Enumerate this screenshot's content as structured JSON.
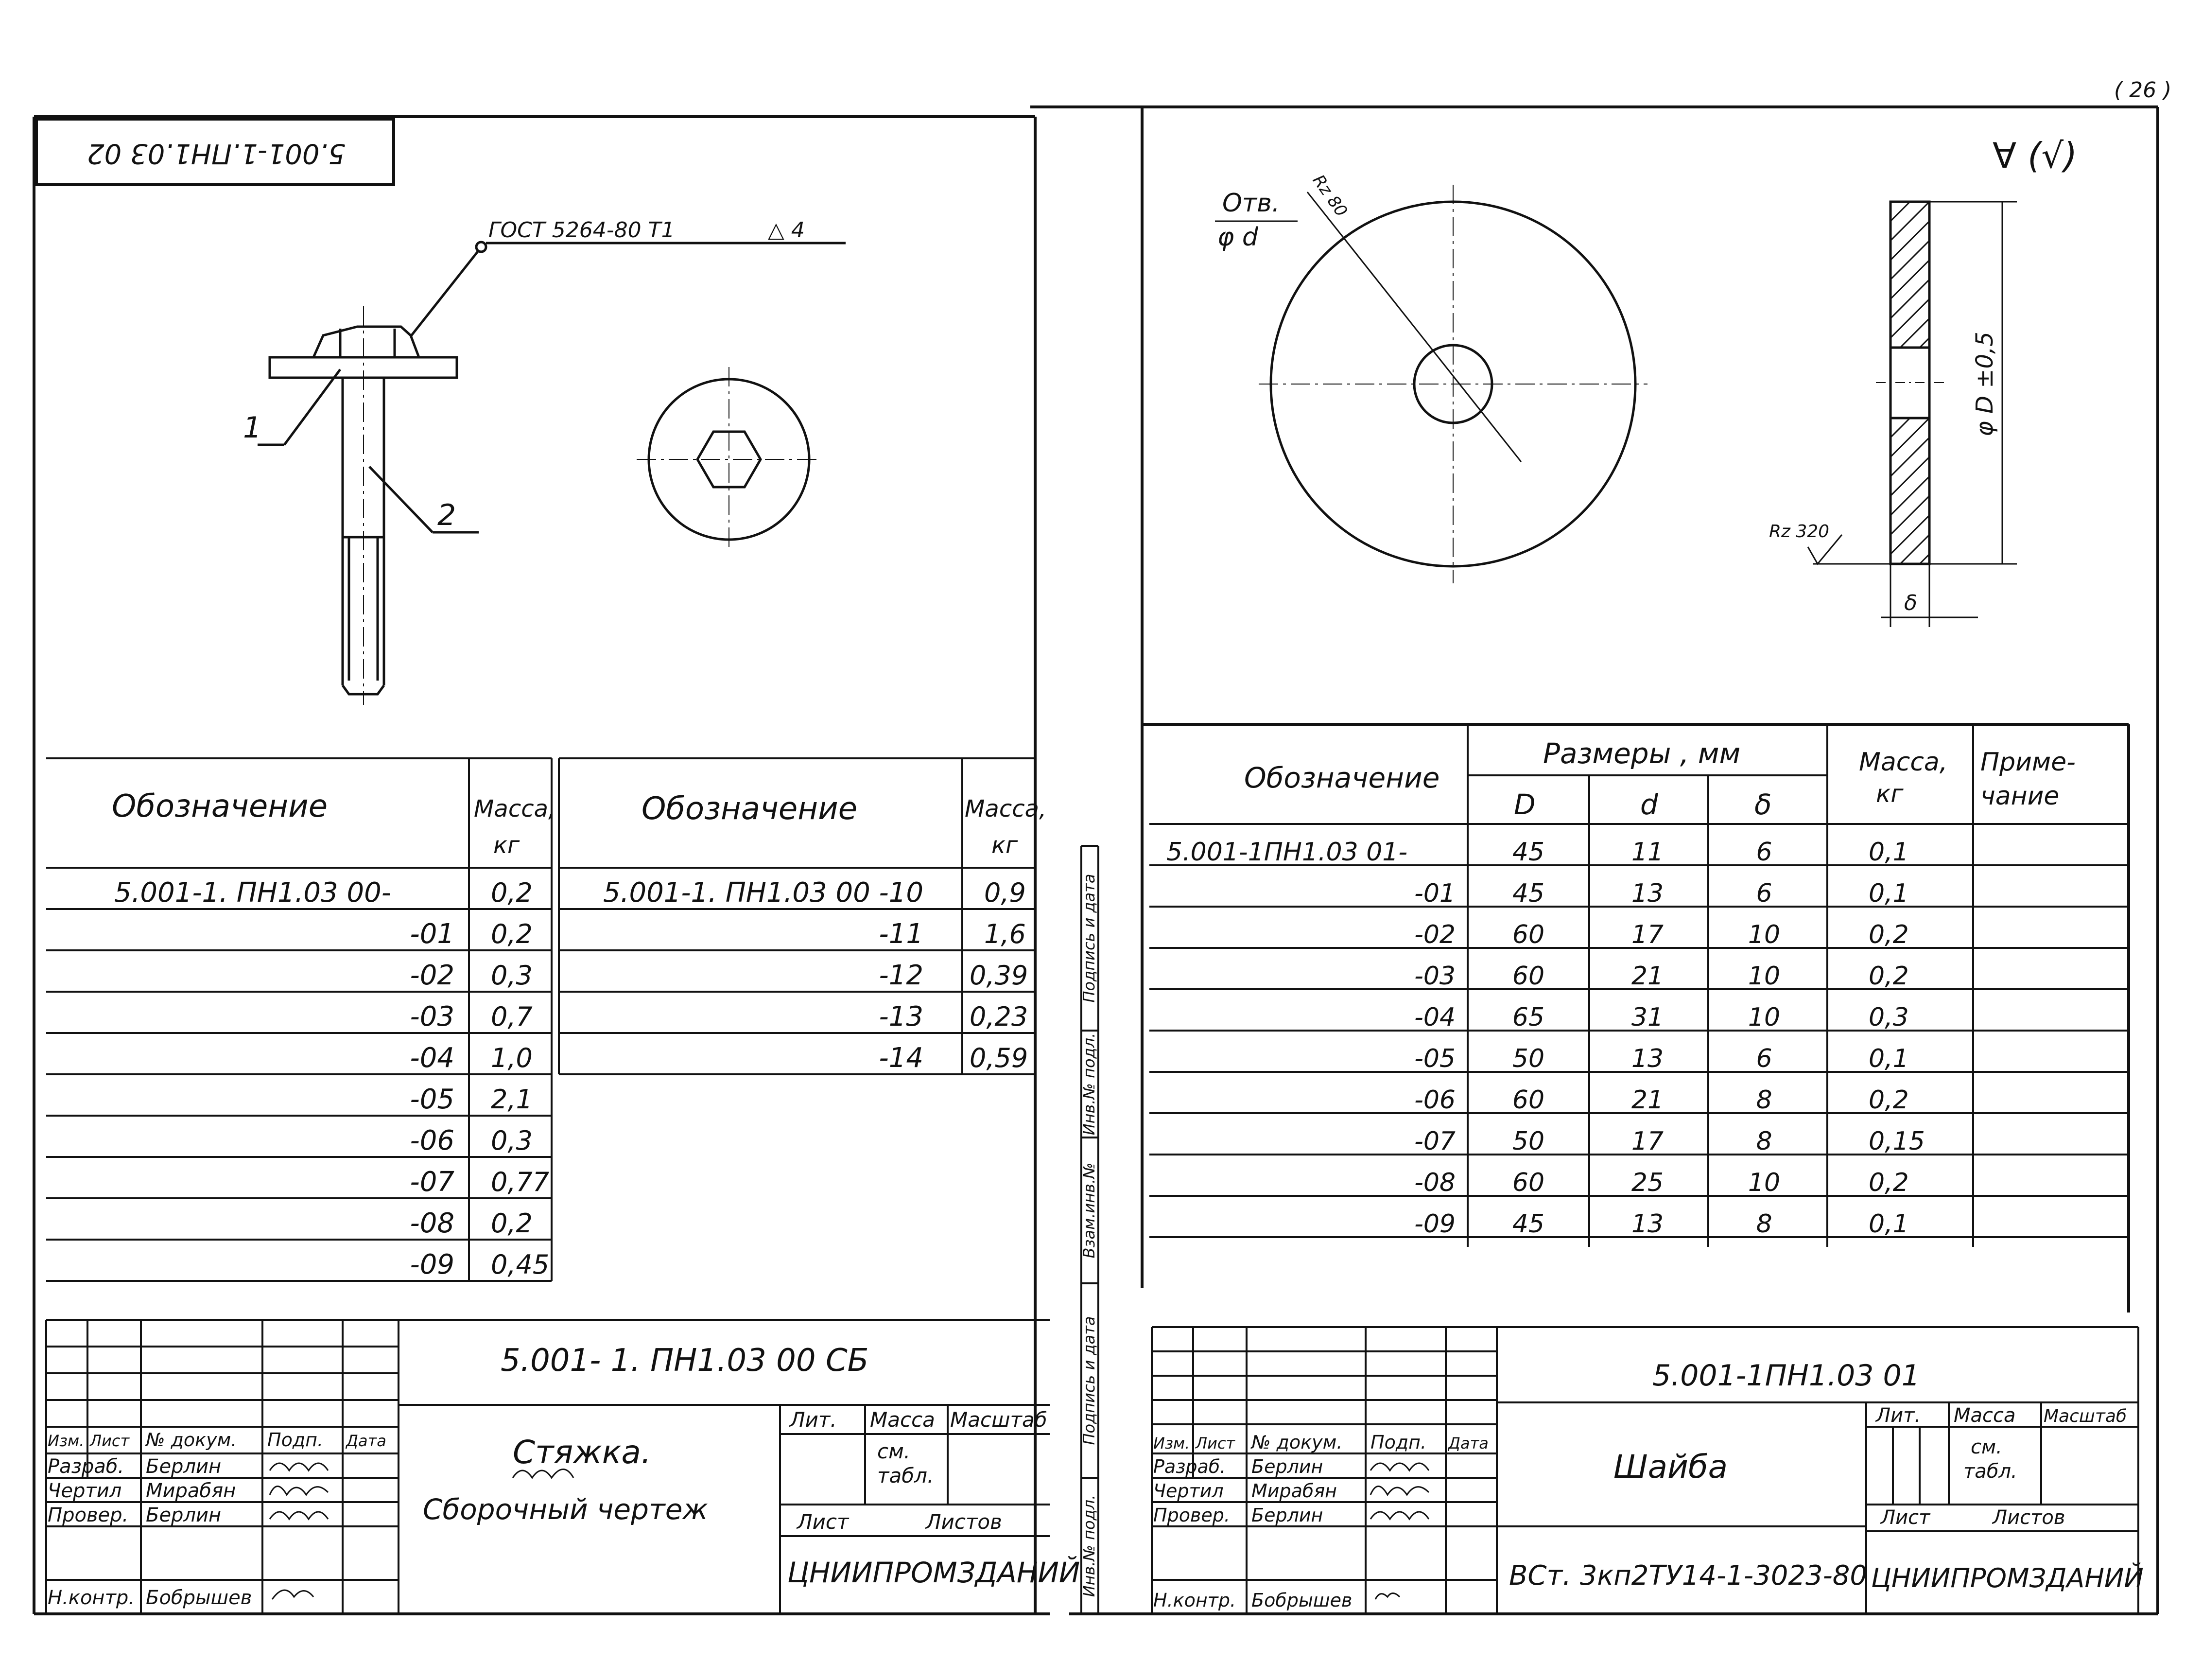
{
  "page_mark": "( 26 )",
  "left_sheet": {
    "stamp_code": "5.001-1.ПН1.03 02",
    "weld_note": "ГОСТ 5264-80 Т1",
    "weld_leg": "△ 4",
    "callout_1": "1",
    "callout_2": "2",
    "table_a": {
      "header_designation": "Обозначение",
      "header_mass": "Масса,",
      "header_mass_unit": "кг",
      "rows": [
        {
          "designation": "5.001-1. ПН1.03 00-",
          "mass": "0,2"
        },
        {
          "designation": "-01",
          "mass": "0,2"
        },
        {
          "designation": "-02",
          "mass": "0,3"
        },
        {
          "designation": "-03",
          "mass": "0,7"
        },
        {
          "designation": "-04",
          "mass": "1,0"
        },
        {
          "designation": "-05",
          "mass": "2,1"
        },
        {
          "designation": "-06",
          "mass": "0,3"
        },
        {
          "designation": "-07",
          "mass": "0,77"
        },
        {
          "designation": "-08",
          "mass": "0,2"
        },
        {
          "designation": "-09",
          "mass": "0,45"
        }
      ]
    },
    "table_b": {
      "header_designation": "Обозначение",
      "header_mass": "Масса,",
      "header_mass_unit": "кг",
      "rows": [
        {
          "designation": "5.001-1. ПН1.03 00 -10",
          "mass": "0,9"
        },
        {
          "designation": "-11",
          "mass": "1,6"
        },
        {
          "designation": "-12",
          "mass": "0,39"
        },
        {
          "designation": "-13",
          "mass": "0,23"
        },
        {
          "designation": "-14",
          "mass": "0,59"
        }
      ]
    },
    "title_block": {
      "doc_code": "5.001- 1. ПН1.03 00 СБ",
      "name_line1": "Стяжка.",
      "name_line2": "Сборочный   чертеж",
      "lit_label": "Лит.",
      "mass_label": "Масса",
      "scale_label": "Масштаб",
      "mass_value_line1": "см.",
      "mass_value_line2": "табл.",
      "sheet_label": "Лист",
      "sheets_label": "Листов",
      "organization": "ЦНИИПРОМЗДАНИЙ",
      "col_izm": "Изм.",
      "col_list": "Лист",
      "col_doc": "№ докум.",
      "col_sign": "Подп.",
      "col_date": "Дата",
      "roles": [
        {
          "role": "Разраб.",
          "name": "Берлин"
        },
        {
          "role": "Чертил",
          "name": "Мирабян"
        },
        {
          "role": "Провер.",
          "name": "Берлин"
        },
        {
          "role": "Н.контр.",
          "name": "Бобрышев"
        }
      ]
    }
  },
  "side_strip": {
    "labels": [
      "Подпись и дата",
      "Инв.№ подл.",
      "Взам.инв.№",
      "Подпись и дата",
      "Инв.№ подл."
    ]
  },
  "right_sheet": {
    "roughness_symbol": "∀ (√)",
    "hole_label_line1": "Отв.",
    "hole_label_line2": "φ d",
    "rz_top": "Rz 80",
    "rz_side": "Rz 320",
    "dim_diameter": "φ D ±0,5",
    "dim_thickness": "δ",
    "table": {
      "header_designation": "Обозначение",
      "header_dims": "Размеры , мм",
      "header_D": "D",
      "header_d": "d",
      "header_delta": "δ",
      "header_mass": "Масса,",
      "header_mass_unit": "кг",
      "header_note_line1": "Приме-",
      "header_note_line2": "чание",
      "rows": [
        {
          "designation": "5.001-1ПН1.03 01-",
          "D": "45",
          "d": "11",
          "delta": "6",
          "mass": "0,1"
        },
        {
          "designation": "-01",
          "D": "45",
          "d": "13",
          "delta": "6",
          "mass": "0,1"
        },
        {
          "designation": "-02",
          "D": "60",
          "d": "17",
          "delta": "10",
          "mass": "0,2"
        },
        {
          "designation": "-03",
          "D": "60",
          "d": "21",
          "delta": "10",
          "mass": "0,2"
        },
        {
          "designation": "-04",
          "D": "65",
          "d": "31",
          "delta": "10",
          "mass": "0,3"
        },
        {
          "designation": "-05",
          "D": "50",
          "d": "13",
          "delta": "6",
          "mass": "0,1"
        },
        {
          "designation": "-06",
          "D": "60",
          "d": "21",
          "delta": "8",
          "mass": "0,2"
        },
        {
          "designation": "-07",
          "D": "50",
          "d": "17",
          "delta": "8",
          "mass": "0,15"
        },
        {
          "designation": "-08",
          "D": "60",
          "d": "25",
          "delta": "10",
          "mass": "0,2"
        },
        {
          "designation": "-09",
          "D": "45",
          "d": "13",
          "delta": "8",
          "mass": "0,1"
        }
      ]
    },
    "title_block": {
      "doc_code": "5.001-1ПН1.03 01",
      "name": "Шайба",
      "material": "ВСт. 3кп2ТУ14-1-3023-80",
      "lit_label": "Лит.",
      "mass_label": "Масса",
      "scale_label": "Масштаб",
      "mass_value_line1": "см.",
      "mass_value_line2": "табл.",
      "sheet_label": "Лист",
      "sheets_label": "Листов",
      "organization": "ЦНИИПРОМЗДАНИЙ",
      "col_izm": "Изм.",
      "col_list": "Лист",
      "col_doc": "№ докум.",
      "col_sign": "Подп.",
      "col_date": "Дата",
      "roles": [
        {
          "role": "Разраб.",
          "name": "Берлин"
        },
        {
          "role": "Чертил",
          "name": "Мирабян"
        },
        {
          "role": "Провер.",
          "name": "Берлин"
        },
        {
          "role": "Н.контр.",
          "name": "Бобрышев"
        }
      ]
    }
  }
}
